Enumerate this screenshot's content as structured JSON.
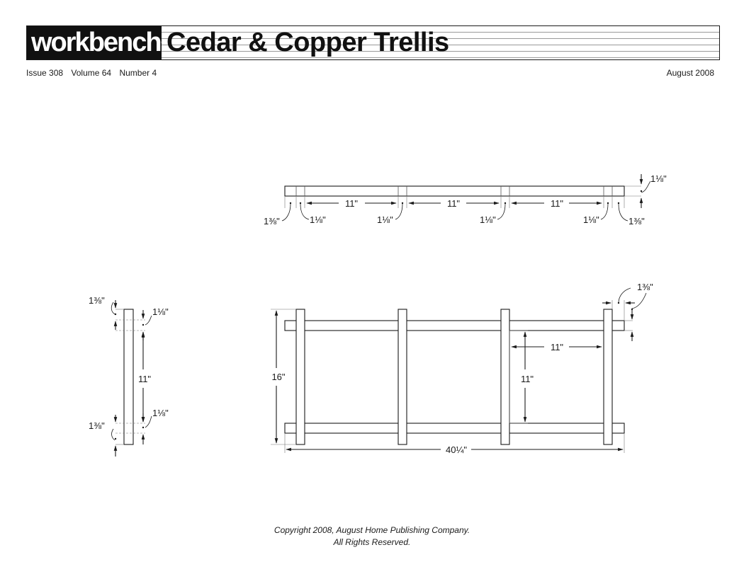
{
  "header": {
    "brand": "workbench",
    "title": "Cedar & Copper Trellis",
    "issue": "Issue 308",
    "volume": "Volume 64",
    "number": "Number 4",
    "date": "August 2008"
  },
  "dimensions": {
    "spacing": "11\"",
    "post_width": "1⅛\"",
    "overhang": "1⅜\"",
    "height": "16\"",
    "length": "40¼\""
  },
  "footer": {
    "copyright": "Copyright 2008, August Home Publishing Company.",
    "rights": "All Rights Reserved."
  }
}
